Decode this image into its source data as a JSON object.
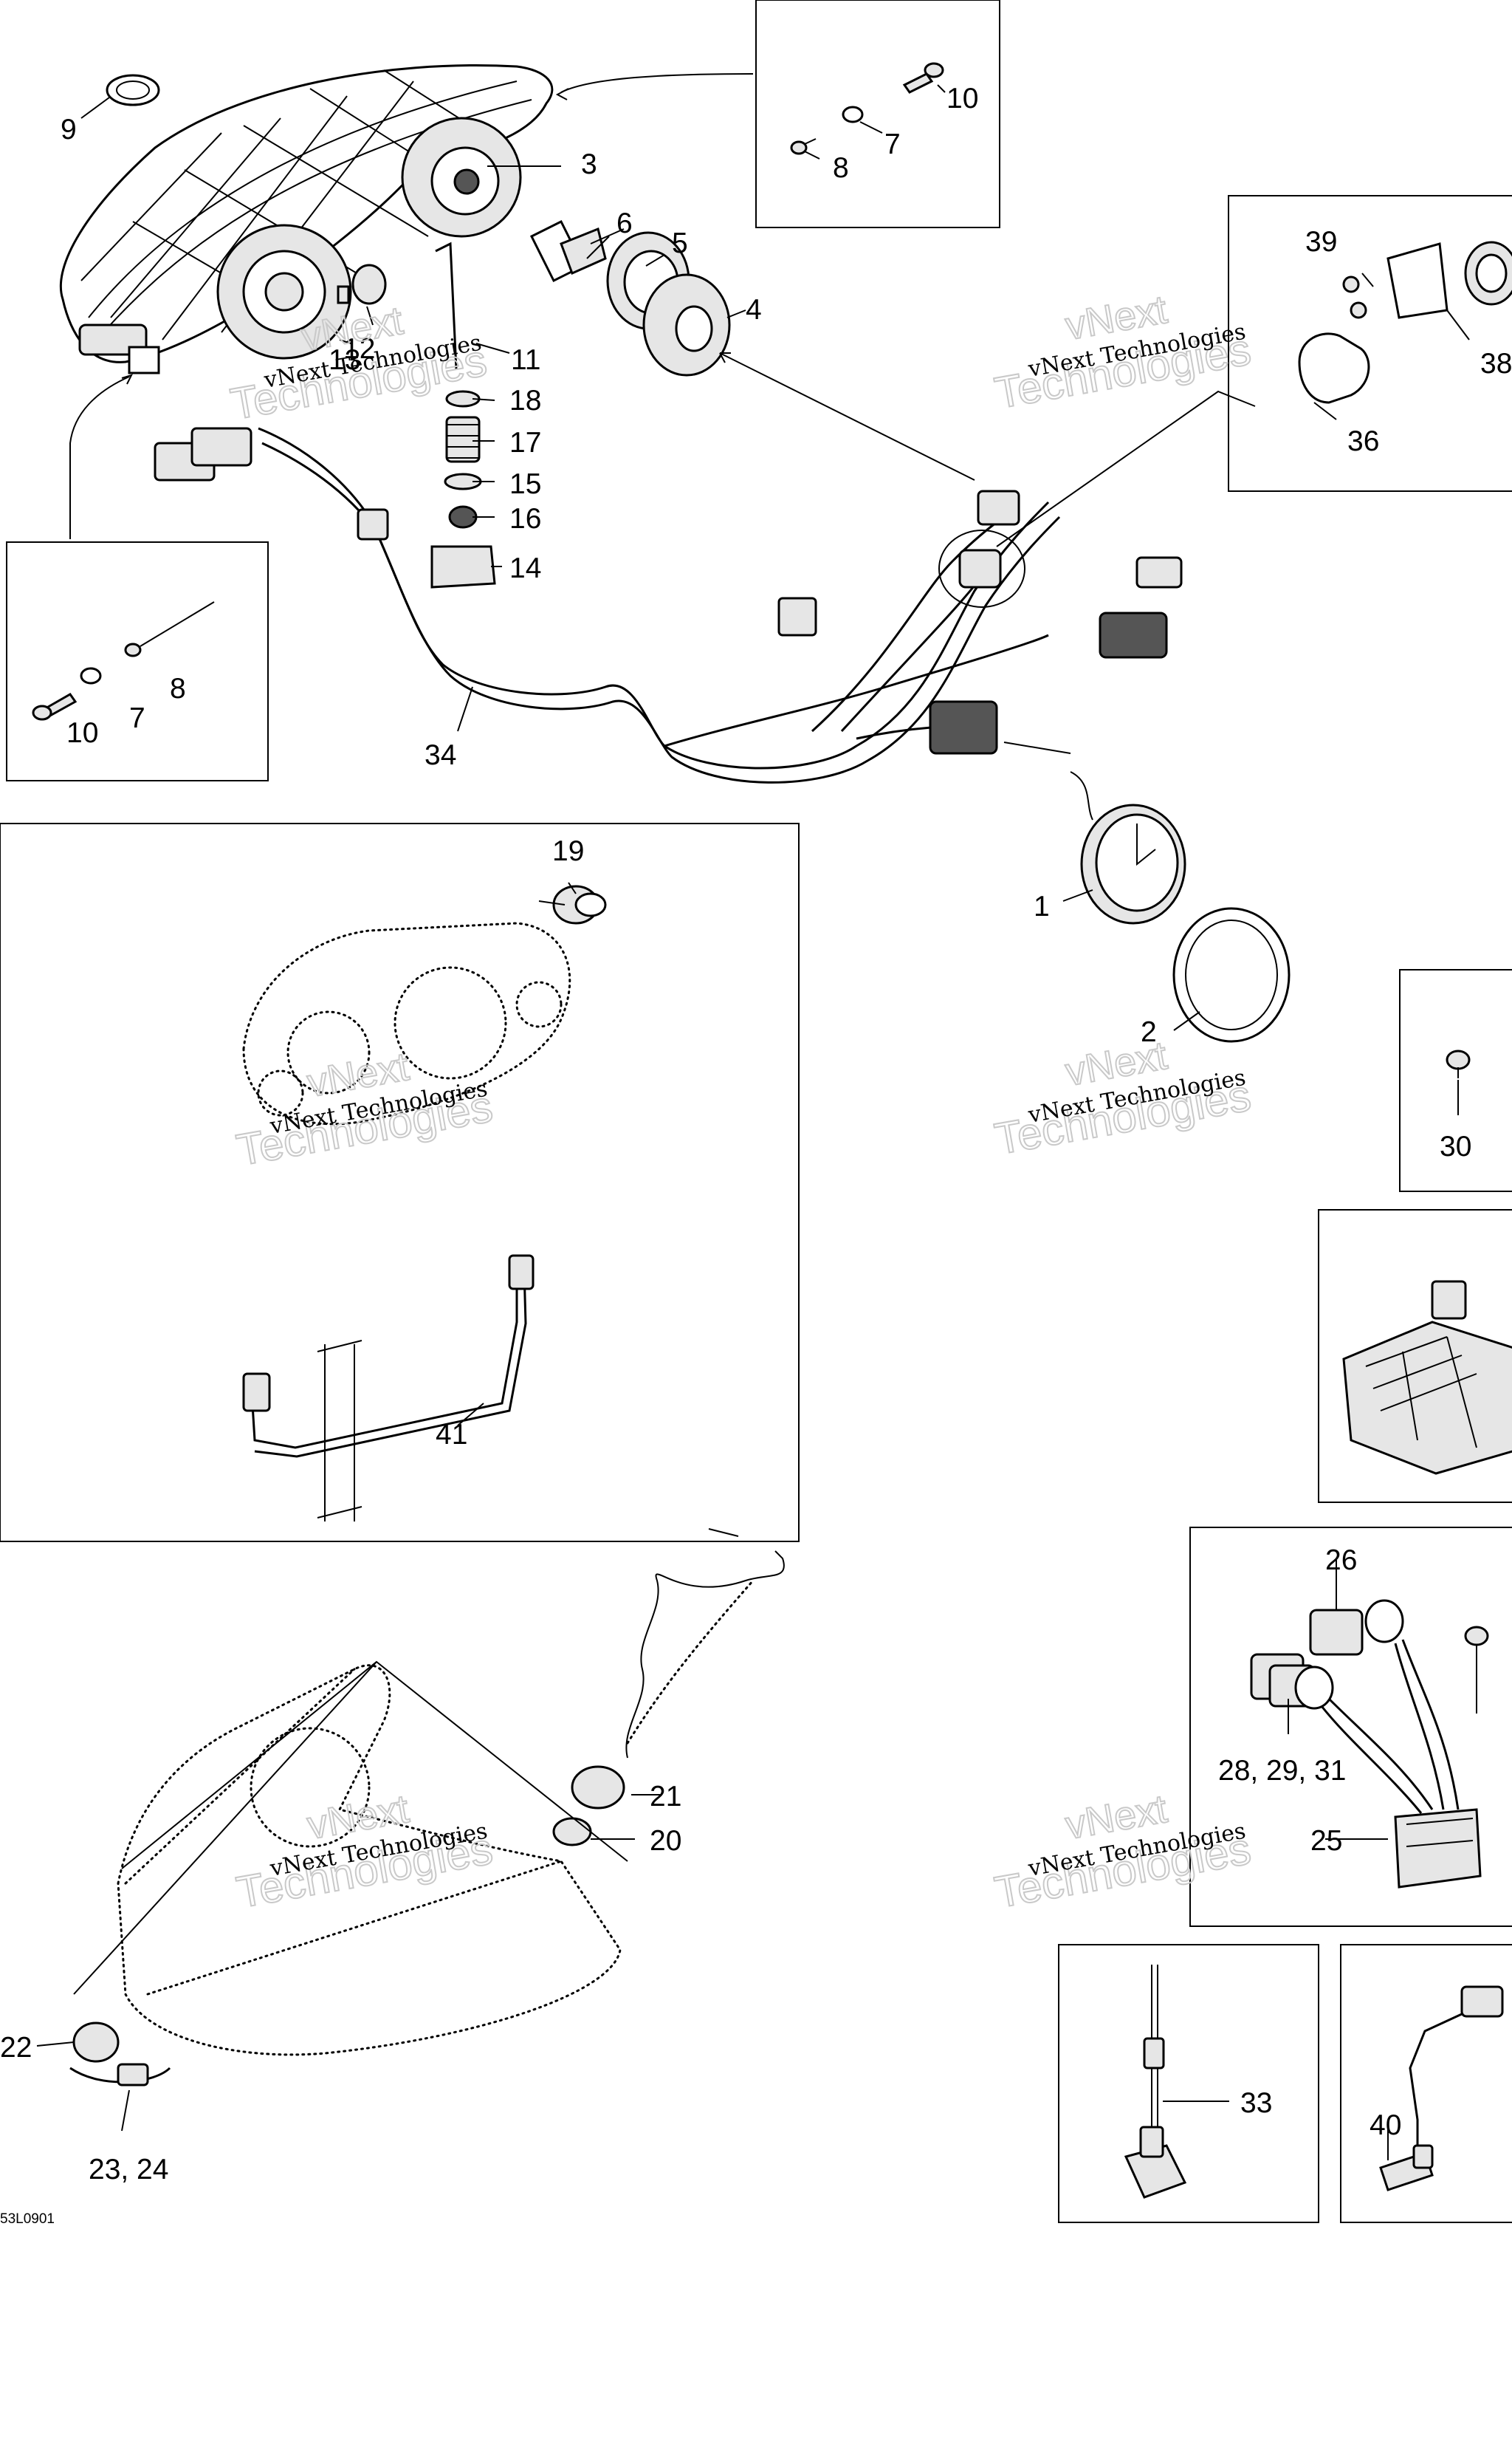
{
  "labels": {
    "l1": "1",
    "l2": "2",
    "l3": "3",
    "l4": "4",
    "l5": "5",
    "l6": "6",
    "l7a": "7",
    "l7b": "7",
    "l8a": "8",
    "l8b": "8",
    "l9": "9",
    "l10a": "10",
    "l10b": "10",
    "l11": "11",
    "l12": "12",
    "l13": "13",
    "l14": "14",
    "l15": "15",
    "l16": "16",
    "l17": "17",
    "l18": "18",
    "l19": "19",
    "l20": "20",
    "l21": "21",
    "l22": "22",
    "l23_24": "23, 24",
    "l25": "25",
    "l26": "26",
    "l28_29_31": "28, 29, 31",
    "l30": "30",
    "l33": "33",
    "l34": "34",
    "l36": "36",
    "l38": "38",
    "l39": "39",
    "l40": "40",
    "l41": "41"
  },
  "diagram_code": "53L0901",
  "watermark": {
    "brand": "vNext",
    "line": "vNext Technologies",
    "ghost": "Technologies"
  }
}
